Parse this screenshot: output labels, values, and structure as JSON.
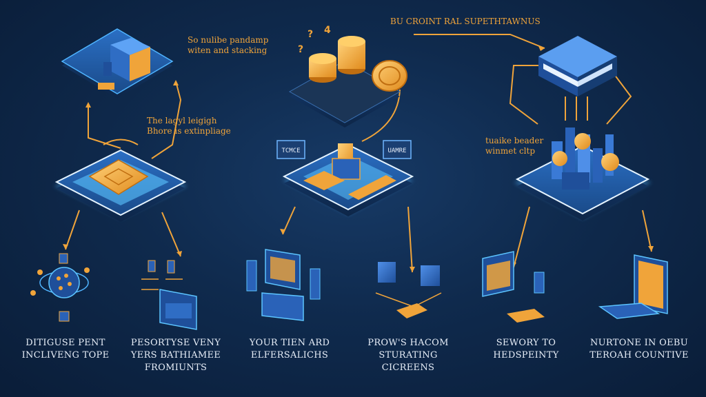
{
  "notes": {
    "top_left": [
      "So nulibe pandamp",
      "witen and stacking"
    ],
    "top_center": "BU CROINT RAL SUPETHTAWNUS",
    "mid_left": [
      "The lagyl leigigh",
      "Bhore is extinpliage"
    ],
    "mid_right": [
      "tuaike beader",
      "winmet cltp"
    ],
    "glyphs": [
      "?",
      "4",
      "?"
    ]
  },
  "panel_labels": {
    "center_left": "TCMCE",
    "center_right": "UAMRE"
  },
  "captions": [
    {
      "lines": [
        "DITIGUSE PENT",
        "INCLIVENG TOPE"
      ]
    },
    {
      "lines": [
        "PESORTYSE VENY",
        "YERS BATHIAMEE",
        "FROMIUNTS"
      ]
    },
    {
      "lines": [
        "YOUR TIEN ARD",
        "ELFERSALICHS"
      ]
    },
    {
      "lines": [
        "PROW'S HACOM",
        "STURATING",
        "CICREENS"
      ]
    },
    {
      "lines": [
        "SEWORY TO",
        "HEDSPEINTY"
      ]
    },
    {
      "lines": [
        "NURTONE IN OEBU",
        "TEROAH COUNTIVE"
      ]
    }
  ],
  "colors": {
    "background": "#0f2a4d",
    "accent_orange": "#f0a43a",
    "glow_blue": "#4fb4ff",
    "platform": "#1d4f8f"
  }
}
